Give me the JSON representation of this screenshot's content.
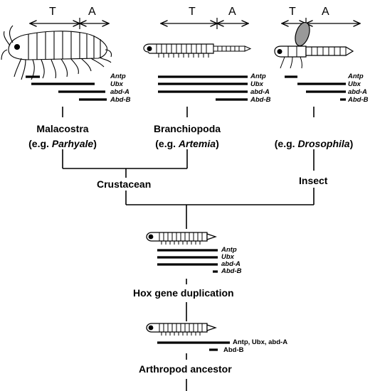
{
  "regions": {
    "thorax": "T",
    "abdomen": "A"
  },
  "genes": [
    "Antp",
    "Ubx",
    "abd-A",
    "Abd-B"
  ],
  "malacostraca": {
    "name": "Malacostra",
    "example_prefix": "(e.g. ",
    "example_genus": "Parhyale",
    "example_suffix": ")"
  },
  "branchiopoda": {
    "name": "Branchiopoda",
    "example_prefix": "(e.g. ",
    "example_genus": "Artemia",
    "example_suffix": ")"
  },
  "insect_example": {
    "example_prefix": "(e.g. ",
    "example_genus": "Drosophila",
    "example_suffix": ")"
  },
  "nodes": {
    "crustacean": "Crustacean",
    "insect": "Insect",
    "duplication": "Hox gene duplication",
    "ancestor": "Arthropod ancestor"
  },
  "ancestor_genes": {
    "merged": "Antp, Ubx, abd-A",
    "abdb": "Abd-B"
  }
}
